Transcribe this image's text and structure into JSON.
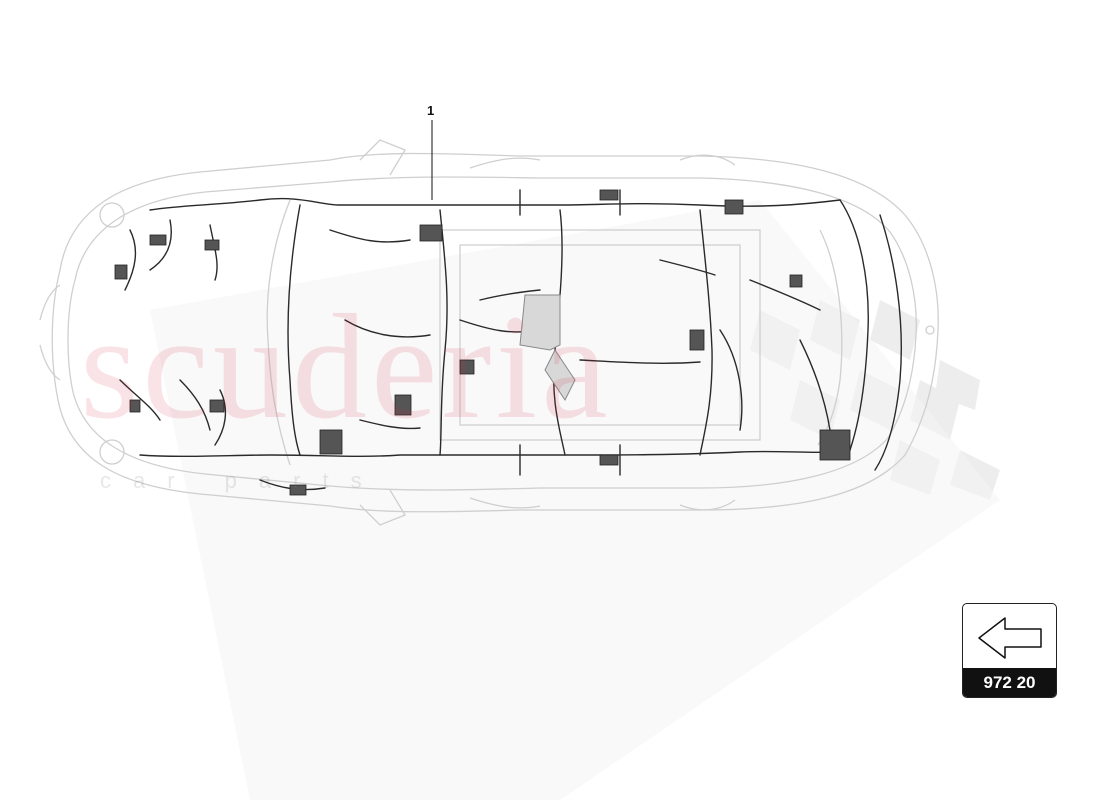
{
  "diagram": {
    "part_callout": "1",
    "watermark": {
      "brand": "scuderia",
      "tagline": "car parts"
    }
  },
  "navigation": {
    "reference_code": "972 20",
    "arrow_icon": "left-arrow-icon"
  },
  "colors": {
    "line_art": "#cfcfcf",
    "wiring": "#2a2a2a",
    "watermark": "#d62440"
  }
}
